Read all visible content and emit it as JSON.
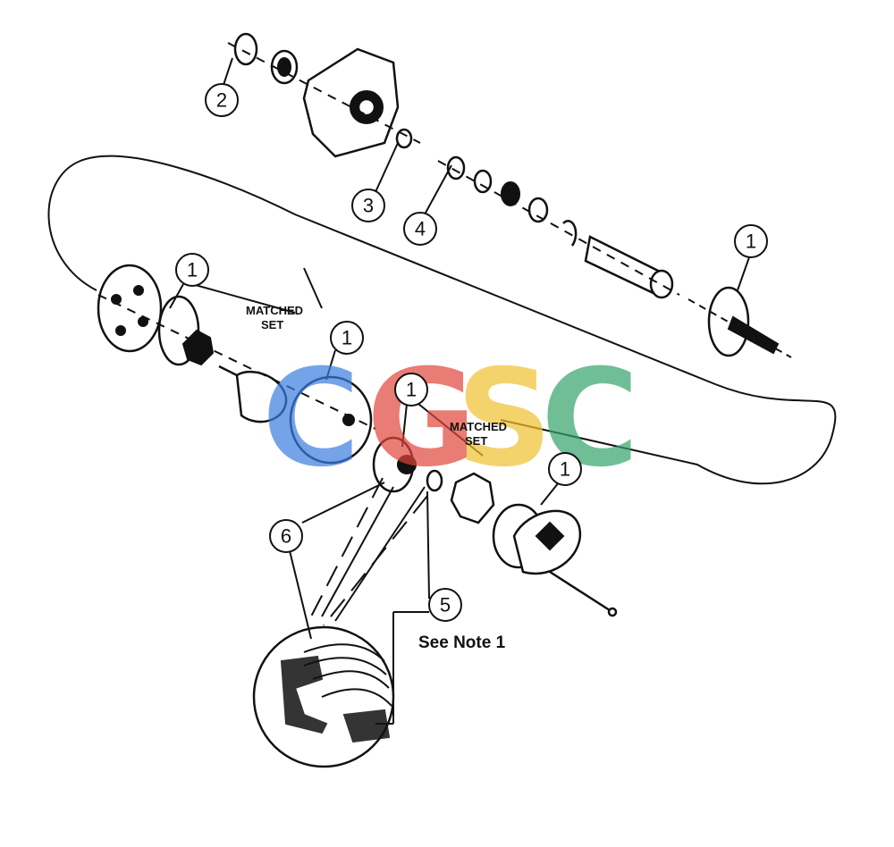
{
  "callouts": [
    {
      "id": "c-1a",
      "text": "1"
    },
    {
      "id": "c-1b",
      "text": "1"
    },
    {
      "id": "c-1c",
      "text": "1"
    },
    {
      "id": "c-1d",
      "text": "1"
    },
    {
      "id": "c-1e",
      "text": "1"
    },
    {
      "id": "c-2",
      "text": "2"
    },
    {
      "id": "c-3",
      "text": "3"
    },
    {
      "id": "c-4",
      "text": "4"
    },
    {
      "id": "c-5",
      "text": "5"
    },
    {
      "id": "c-6",
      "text": "6"
    }
  ],
  "labels": {
    "matched_set_1_line1": "MATCHED",
    "matched_set_1_line2": "SET",
    "matched_set_2_line1": "MATCHED",
    "matched_set_2_line2": "SET",
    "see_note": "See Note 1"
  },
  "watermark": {
    "letters": [
      "C",
      "G",
      "S",
      "C"
    ],
    "colors": [
      "#3b7de0",
      "#e0453a",
      "#f2c12e",
      "#34a36b"
    ]
  }
}
